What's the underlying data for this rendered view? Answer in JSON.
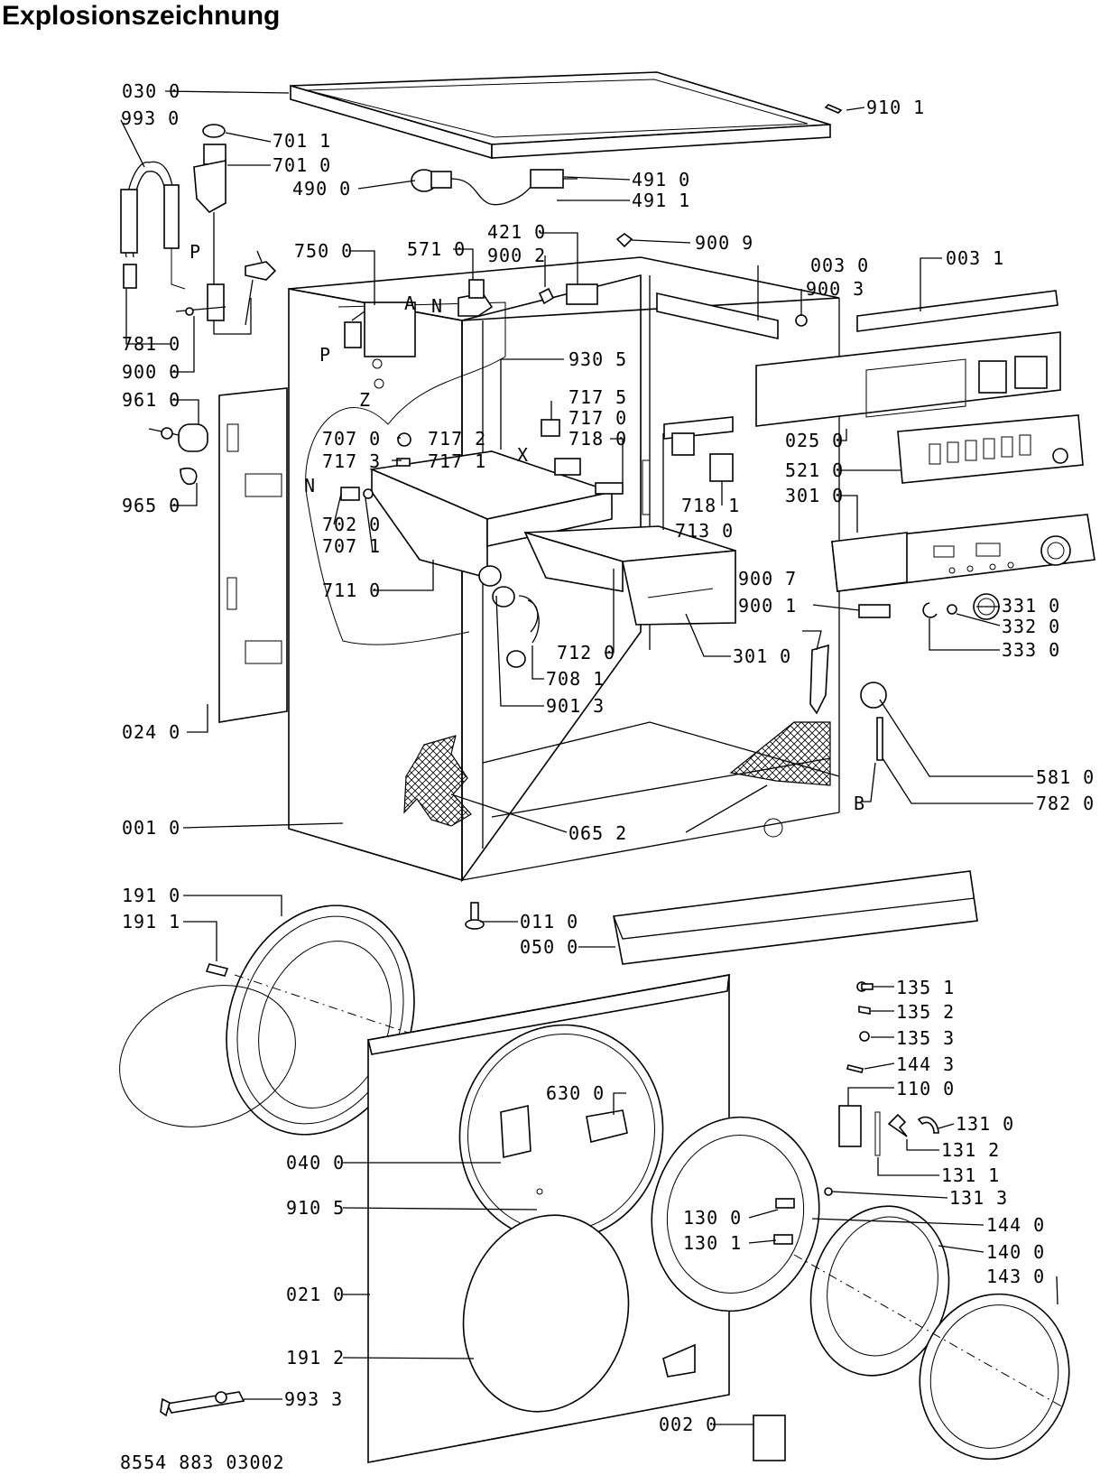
{
  "title": "Explosionszeichnung",
  "doc_number": "8554 883 03002",
  "labels": [
    {
      "id": "l0300",
      "text": "030 0"
    },
    {
      "id": "l9930",
      "text": "993 0"
    },
    {
      "id": "l7011",
      "text": "701 1"
    },
    {
      "id": "l7010",
      "text": "701 0"
    },
    {
      "id": "l4900",
      "text": "490 0"
    },
    {
      "id": "l4910",
      "text": "491 0"
    },
    {
      "id": "l4911",
      "text": "491 1"
    },
    {
      "id": "l9101",
      "text": "910 1"
    },
    {
      "id": "l4210",
      "text": "421 0"
    },
    {
      "id": "l9002",
      "text": "900 2"
    },
    {
      "id": "l9009",
      "text": "900 9"
    },
    {
      "id": "l7500",
      "text": "750 0"
    },
    {
      "id": "l5710",
      "text": "571 0"
    },
    {
      "id": "l0030",
      "text": "003 0"
    },
    {
      "id": "l0031",
      "text": "003 1"
    },
    {
      "id": "l9003",
      "text": "900 3"
    },
    {
      "id": "l7810",
      "text": "781 0"
    },
    {
      "id": "l9000",
      "text": "900 0"
    },
    {
      "id": "l9305",
      "text": "930 5"
    },
    {
      "id": "l9610",
      "text": "961 0"
    },
    {
      "id": "l7175",
      "text": "717 5"
    },
    {
      "id": "l7170",
      "text": "717 0"
    },
    {
      "id": "l7180",
      "text": "718 0"
    },
    {
      "id": "l7070",
      "text": "707 0"
    },
    {
      "id": "l7172",
      "text": "717 2"
    },
    {
      "id": "l7173",
      "text": "717 3"
    },
    {
      "id": "l7171",
      "text": "717 1"
    },
    {
      "id": "l0250",
      "text": "025 0"
    },
    {
      "id": "l5210",
      "text": "521 0"
    },
    {
      "id": "l3010a",
      "text": "301 0"
    },
    {
      "id": "l9650",
      "text": "965 0"
    },
    {
      "id": "l7020",
      "text": "702 0"
    },
    {
      "id": "l7071",
      "text": "707 1"
    },
    {
      "id": "l7181",
      "text": "718 1"
    },
    {
      "id": "l7130",
      "text": "713 0"
    },
    {
      "id": "l7110",
      "text": "711 0"
    },
    {
      "id": "l9007",
      "text": "900 7"
    },
    {
      "id": "l3310",
      "text": "331 0"
    },
    {
      "id": "l9001",
      "text": "900 1"
    },
    {
      "id": "l3320",
      "text": "332 0"
    },
    {
      "id": "l3330",
      "text": "333 0"
    },
    {
      "id": "l7120",
      "text": "712 0"
    },
    {
      "id": "l3010b",
      "text": "301 0"
    },
    {
      "id": "l7081",
      "text": "708 1"
    },
    {
      "id": "l9013",
      "text": "901 3"
    },
    {
      "id": "l0240",
      "text": "024 0"
    },
    {
      "id": "l5810",
      "text": "581 0"
    },
    {
      "id": "l7820",
      "text": "782 0"
    },
    {
      "id": "l0010",
      "text": "001 0"
    },
    {
      "id": "l0652",
      "text": "065 2"
    },
    {
      "id": "l1910",
      "text": "191 0"
    },
    {
      "id": "l1911",
      "text": "191 1"
    },
    {
      "id": "l0110",
      "text": "011 0"
    },
    {
      "id": "l0500",
      "text": "050 0"
    },
    {
      "id": "l1351",
      "text": "135 1"
    },
    {
      "id": "l1352",
      "text": "135 2"
    },
    {
      "id": "l1353",
      "text": "135 3"
    },
    {
      "id": "l1443",
      "text": "144 3"
    },
    {
      "id": "l1100",
      "text": "110 0"
    },
    {
      "id": "l6300",
      "text": "630 0"
    },
    {
      "id": "l1310",
      "text": "131 0"
    },
    {
      "id": "l0400",
      "text": "040 0"
    },
    {
      "id": "l1312",
      "text": "131 2"
    },
    {
      "id": "l1311",
      "text": "131 1"
    },
    {
      "id": "l1313",
      "text": "131 3"
    },
    {
      "id": "l9105",
      "text": "910 5"
    },
    {
      "id": "l1300",
      "text": "130 0"
    },
    {
      "id": "l1440",
      "text": "144 0"
    },
    {
      "id": "l1301",
      "text": "130 1"
    },
    {
      "id": "l1400",
      "text": "140 0"
    },
    {
      "id": "l0210",
      "text": "021 0"
    },
    {
      "id": "l1430",
      "text": "143 0"
    },
    {
      "id": "l1912",
      "text": "191 2"
    },
    {
      "id": "l9933",
      "text": "993 3"
    },
    {
      "id": "l0020",
      "text": "002 0"
    }
  ],
  "letters": [
    {
      "id": "lP1",
      "text": "P"
    },
    {
      "id": "lA",
      "text": "A"
    },
    {
      "id": "lN1",
      "text": "N"
    },
    {
      "id": "lP2",
      "text": "P"
    },
    {
      "id": "lZ",
      "text": "Z"
    },
    {
      "id": "lX",
      "text": "X"
    },
    {
      "id": "lN2",
      "text": "N"
    },
    {
      "id": "lB",
      "text": "B"
    }
  ]
}
